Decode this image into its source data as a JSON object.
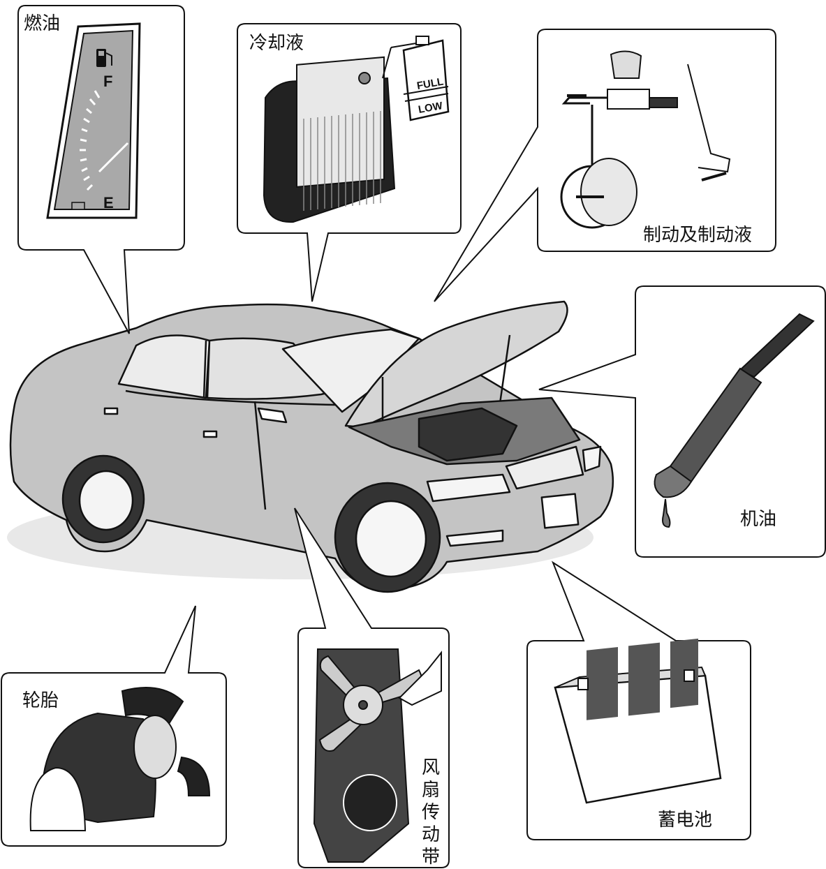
{
  "callouts": {
    "fuel": {
      "label": "燃油",
      "gauge_full": "F",
      "gauge_empty": "E"
    },
    "coolant": {
      "label": "冷却液",
      "full_mark": "FULL",
      "low_mark": "LOW"
    },
    "brake": {
      "label": "制动及制动液"
    },
    "engine_oil": {
      "label": "机油"
    },
    "tire": {
      "label": "轮胎"
    },
    "fan_belt": {
      "label_chars": [
        "风",
        "扇",
        "传",
        "动",
        "带"
      ]
    },
    "battery": {
      "label": "蓄电池"
    }
  },
  "colors": {
    "line": "#111111",
    "car_body": "#c8c8c8",
    "shadow": "#e6e6e6",
    "gauge_face": "#a9a9a9",
    "dark_fill": "#444444"
  }
}
